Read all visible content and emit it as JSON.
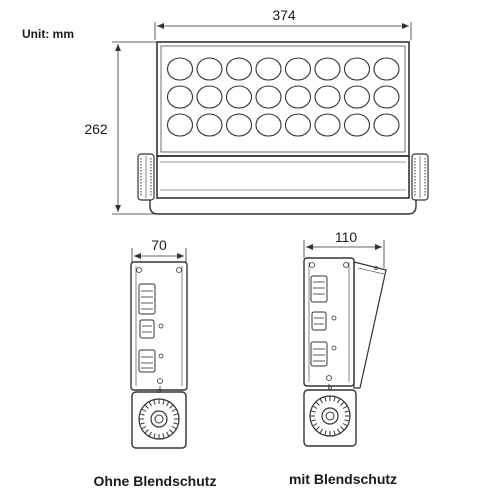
{
  "unit_label": "Unit: mm",
  "front_view": {
    "width_label": "374",
    "height_label": "262",
    "led_rows": 3,
    "led_cols": 8
  },
  "side_view_no_shield": {
    "width_label": "70",
    "caption": "Ohne Blendschutz"
  },
  "side_view_with_shield": {
    "width_label": "110",
    "caption": "mit Blendschutz"
  }
}
